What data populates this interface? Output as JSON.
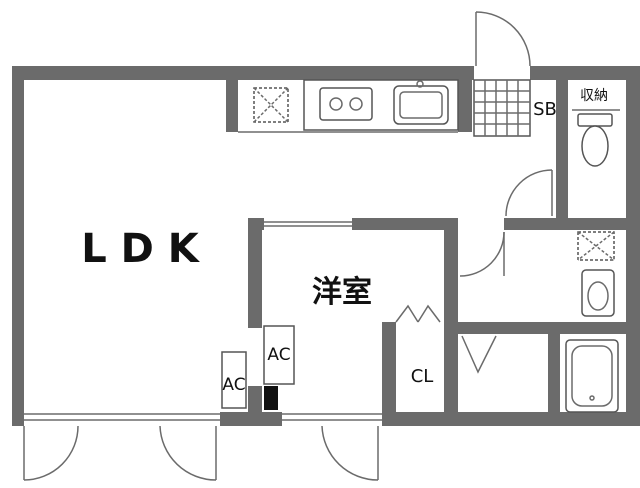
{
  "rooms": {
    "ldk": "L D K",
    "western_room": "洋室",
    "sb": "SB",
    "storage": "収納",
    "closet": "CL",
    "ac_ldk": "AC",
    "ac_room": "AC"
  },
  "colors": {
    "wall": "#6b6b6b",
    "background": "#ffffff",
    "fixture_outline": "#555555"
  }
}
